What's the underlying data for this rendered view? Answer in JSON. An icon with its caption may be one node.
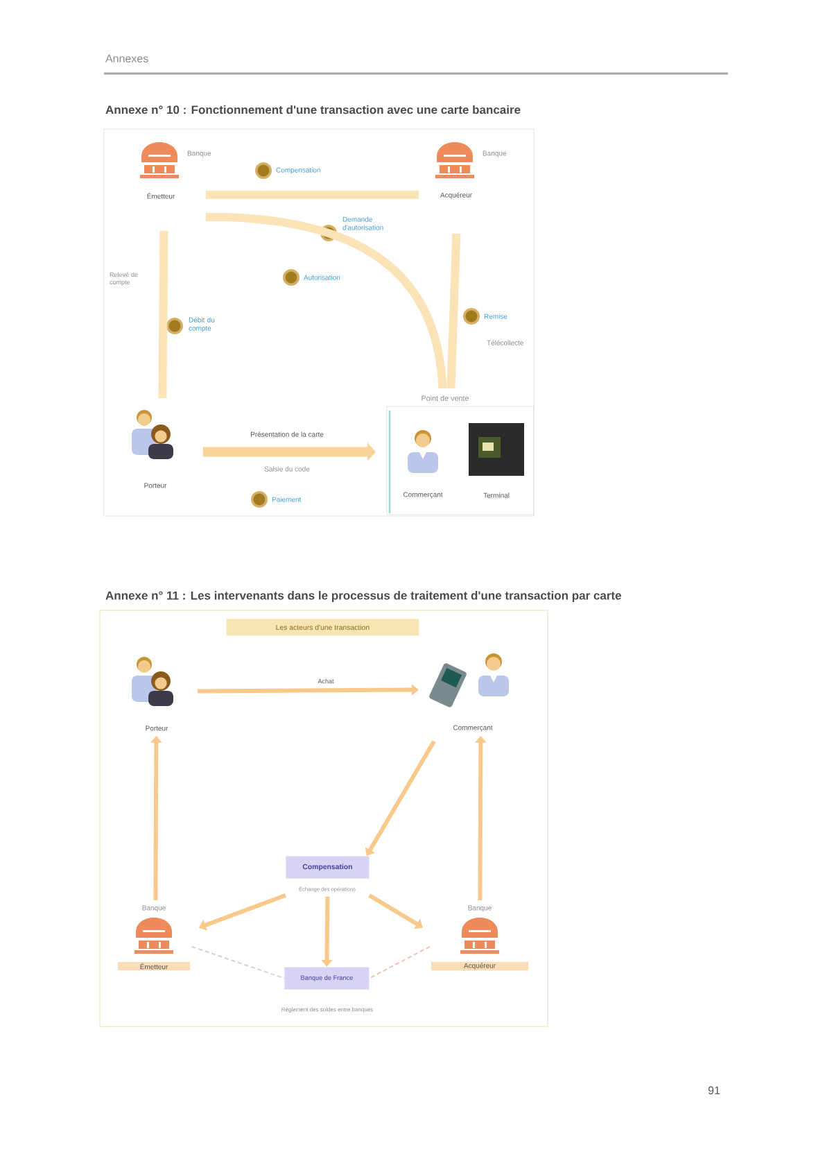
{
  "diagram": {
    "nodes": [
      {
        "text": [
          "Banque",
          "Émetteur"
        ]
      },
      {
        "text": [
          "Banque",
          "Acquéreur"
        ]
      },
      {
        "text": [
          "Porteur"
        ]
      },
      {
        "text": [
          "Point de vente"
        ]
      },
      {
        "text": [
          "Commerçant"
        ],
        "in": 3
      },
      {
        "text": [
          "Terminal"
        ],
        "in": 3
      },
      {
        "text": [
          "Les acteurs d'une transaction"
        ]
      },
      {
        "text": [
          "Porteur"
        ]
      },
      {
        "text": [
          "Commerçant"
        ]
      },
      {
        "text": [
          "Compensation",
          "Échange des opérations"
        ]
      },
      {
        "text": [
          "Banque",
          "Émetteur"
        ]
      },
      {
        "text": [
          "Banque",
          "Acquéreur"
        ]
      },
      {
        "text": [
          "Banque de France"
        ]
      }
    ],
    "edges": [
      {
        "from": 0,
        "to": 1,
        "arrow": "none",
        "label": "Compensation",
        "style": "thick"
      },
      {
        "from": 0,
        "to": 3,
        "arrow": "none",
        "label": "Demande d'autorisation",
        "style": "thick"
      },
      {
        "from": 1,
        "to": 3,
        "arrow": "none",
        "label": "Remise",
        "style": "thick"
      },
      {
        "from": 0,
        "to": 2,
        "arrow": "none",
        "label": "Débit du compte",
        "style": "thick"
      },
      {
        "from": 2,
        "to": 3,
        "arrow": "to",
        "label": "Présentation de la carte",
        "style": "thick"
      },
      {
        "from": 7,
        "to": 8,
        "arrow": "to",
        "label": "Achat"
      },
      {
        "from": 8,
        "to": 9,
        "arrow": "to"
      },
      {
        "from": 9,
        "to": 10,
        "arrow": "to"
      },
      {
        "from": 9,
        "to": 11,
        "arrow": "to"
      },
      {
        "from": 9,
        "to": 12,
        "arrow": "to"
      },
      {
        "from": 10,
        "to": 7,
        "arrow": "to"
      },
      {
        "from": 11,
        "to": 8,
        "arrow": "to"
      },
      {
        "from": 10,
        "to": 12,
        "arrow": "none",
        "style": "dashed",
        "color": "#d9d2cc"
      },
      {
        "from": 11,
        "to": 12,
        "arrow": "none",
        "style": "dashed",
        "color": "#f2c2b4"
      }
    ],
    "labels": [
      "Annexes",
      "Annexe n° 10 : Fonctionnement d'une transaction avec une carte bancaire",
      "Autorisation",
      "Relevé de compte",
      "Télécollecte",
      "Saisie du code",
      "Paiement",
      "Annexe n° 11 : Les intervenants dans le processus de traitement d'une transaction par carte",
      "Règlement des soldes entre banques",
      "91"
    ]
  }
}
